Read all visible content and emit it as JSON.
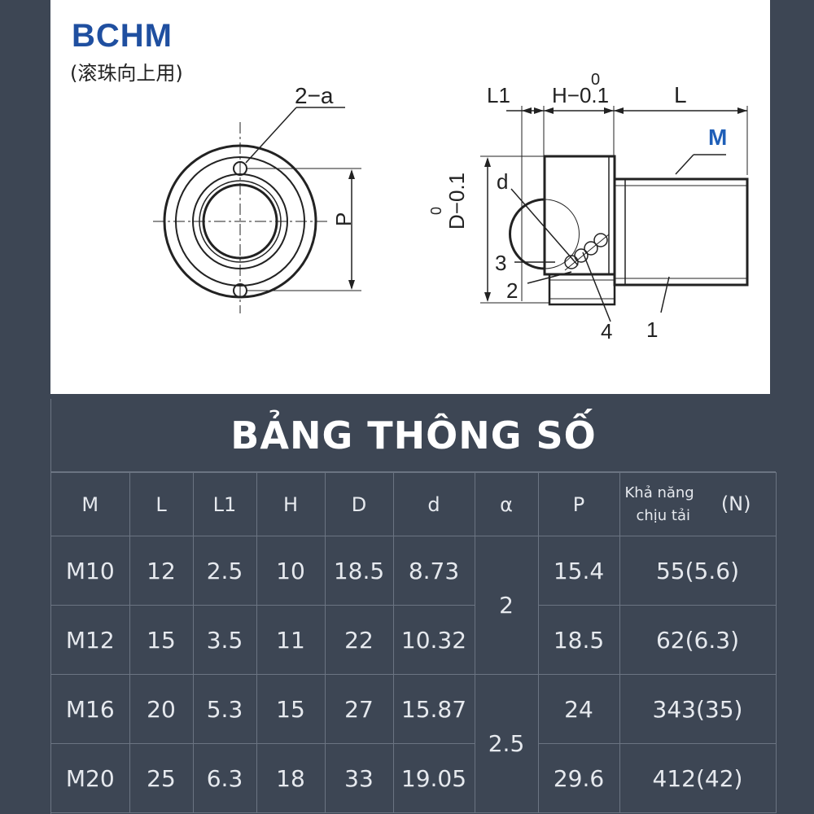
{
  "drawing": {
    "model_code": "BCHM",
    "model_note": "(滚珠向上用)",
    "labels": {
      "hole": "2−a",
      "P": "P",
      "L1": "L1",
      "H_tol": "H−0.1",
      "H_tol_top": "0",
      "L": "L",
      "M": "M",
      "d": "d",
      "D_tol": "D−0.1",
      "D_tol_top": "0",
      "part3": "3",
      "part2": "2",
      "part4": "4",
      "part1": "1"
    },
    "colors": {
      "title_blue": "#1f4fa0",
      "line": "#222222",
      "M_blue": "#1f5fb8"
    }
  },
  "table": {
    "title": "BẢNG THÔNG SỐ",
    "headers": [
      "M",
      "L",
      "L1",
      "H",
      "D",
      "d",
      "α",
      "P"
    ],
    "load_header": {
      "line1": "Khả năng",
      "line2": "chịu tải",
      "unit": "(N)"
    },
    "rows": [
      {
        "M": "M10",
        "L": "12",
        "L1": "2.5",
        "H": "10",
        "D": "18.5",
        "d": "8.73",
        "P": "15.4",
        "load": "55(5.6)"
      },
      {
        "M": "M12",
        "L": "15",
        "L1": "3.5",
        "H": "11",
        "D": "22",
        "d": "10.32",
        "P": "18.5",
        "load": "62(6.3)"
      },
      {
        "M": "M16",
        "L": "20",
        "L1": "5.3",
        "H": "15",
        "D": "27",
        "d": "15.87",
        "P": "24",
        "load": "343(35)"
      },
      {
        "M": "M20",
        "L": "25",
        "L1": "6.3",
        "H": "18",
        "D": "33",
        "d": "19.05",
        "P": "29.6",
        "load": "412(42)"
      }
    ],
    "a_groups": [
      "2",
      "2.5"
    ],
    "colors": {
      "background": "#3d4654",
      "grid": "#6b7482",
      "text": "#e6e9ee"
    }
  }
}
